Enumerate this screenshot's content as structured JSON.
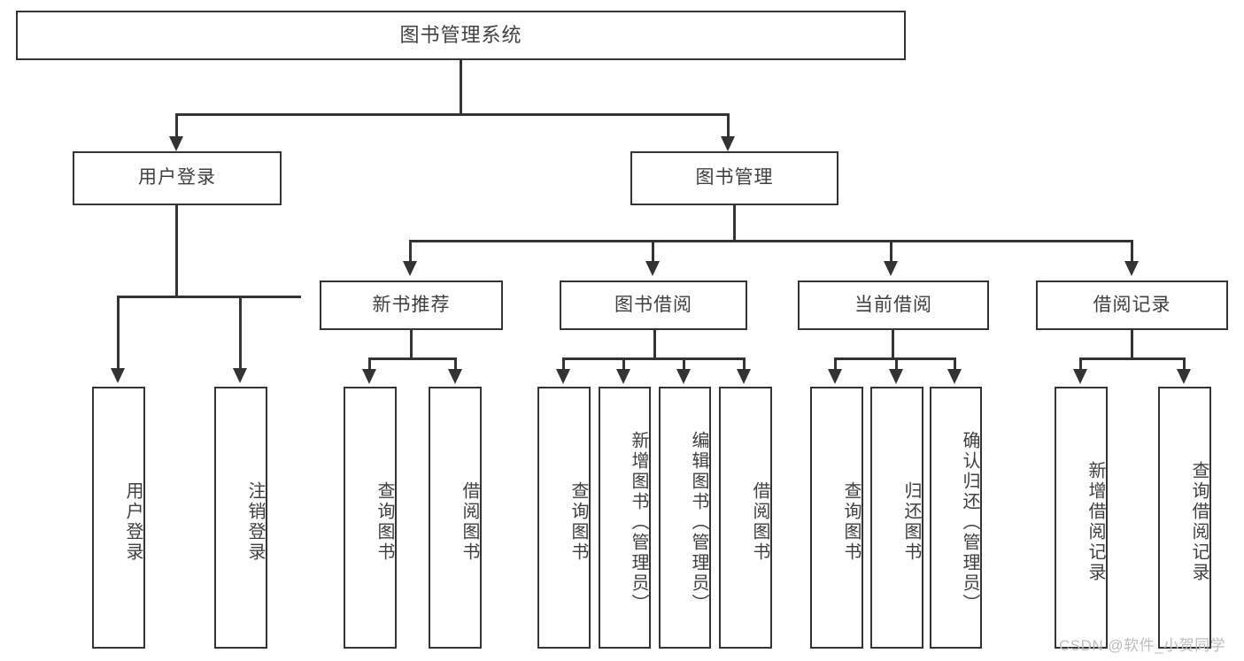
{
  "diagram": {
    "title": "图书管理系统",
    "type": "hierarchy-tree",
    "levels": 4,
    "root": {
      "id": "root",
      "label": "图书管理系统"
    },
    "level2": [
      {
        "id": "user-login",
        "label": "用户登录"
      },
      {
        "id": "book-manage",
        "label": "图书管理"
      }
    ],
    "level3": [
      {
        "id": "new-book-recommend",
        "label": "新书推荐",
        "parent": "book-manage"
      },
      {
        "id": "book-borrow",
        "label": "图书借阅",
        "parent": "book-manage"
      },
      {
        "id": "current-borrow",
        "label": "当前借阅",
        "parent": "book-manage"
      },
      {
        "id": "borrow-record",
        "label": "借阅记录",
        "parent": "book-manage"
      }
    ],
    "leaves": [
      {
        "id": "leaf-user-login",
        "label": "用户登录",
        "parent": "user-login"
      },
      {
        "id": "leaf-logout-login",
        "label": "注销登录",
        "parent": "user-login"
      },
      {
        "id": "leaf-query-book-1",
        "label": "查询图书",
        "parent": "new-book-recommend"
      },
      {
        "id": "leaf-borrow-book-1",
        "label": "借阅图书",
        "parent": "new-book-recommend"
      },
      {
        "id": "leaf-query-book-2",
        "label": "查询图书",
        "parent": "book-borrow"
      },
      {
        "id": "leaf-add-book",
        "label": "新增图书（管理员）",
        "parent": "book-borrow"
      },
      {
        "id": "leaf-edit-book",
        "label": "编辑图书（管理员）",
        "parent": "book-borrow"
      },
      {
        "id": "leaf-borrow-book-2",
        "label": "借阅图书",
        "parent": "book-borrow"
      },
      {
        "id": "leaf-query-book-3",
        "label": "查询图书",
        "parent": "current-borrow"
      },
      {
        "id": "leaf-return-book",
        "label": "归还图书",
        "parent": "current-borrow"
      },
      {
        "id": "leaf-confirm-return",
        "label": "确认归还（管理员）",
        "parent": "current-borrow"
      },
      {
        "id": "leaf-add-record",
        "label": "新增借阅记录",
        "parent": "borrow-record"
      },
      {
        "id": "leaf-query-record",
        "label": "查询借阅记录",
        "parent": "borrow-record"
      }
    ]
  },
  "watermark": {
    "text": "CSDN @软件_小贺同学"
  },
  "colors": {
    "stroke": "#333333",
    "text": "#3f3f3f",
    "background": "#ffffff",
    "watermark": "#bdbdbd"
  }
}
